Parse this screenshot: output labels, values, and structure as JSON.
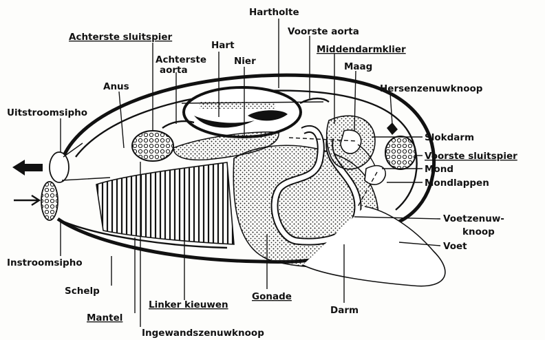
{
  "labels": {
    "hartholte": "Hartholte",
    "voorste_aorta": "Voorste aorta",
    "achterste_sluitspier": "Achterste sluitspier",
    "hart": "Hart",
    "achterste_aorta_1": "Achterste",
    "achterste_aorta_2": "aorta",
    "nier": "Nier",
    "middendarmklier": "Middendarmklier",
    "maag": "Maag",
    "anus": "Anus",
    "hersenzenuwknoop": "Hersenzenuwknoop",
    "uitstroomsipho": "Uitstroomsipho",
    "slokdarm": "Slokdarm",
    "voorste_sluitspier": "Voorste sluitspier",
    "mond": "Mond",
    "mondlappen": "Mondlappen",
    "voetzenuwknoop_1": "Voetzenuw-",
    "voetzenuwknoop_2": "knoop",
    "voet": "Voet",
    "instroomsipho": "Instroomsipho",
    "schelp": "Schelp",
    "linker_kieuwen": "Linker kieuwen",
    "gonade": "Gonade",
    "darm": "Darm",
    "mantel": "Mantel",
    "ingewandszenuwknoop": "Ingewandszenuwknoop"
  }
}
